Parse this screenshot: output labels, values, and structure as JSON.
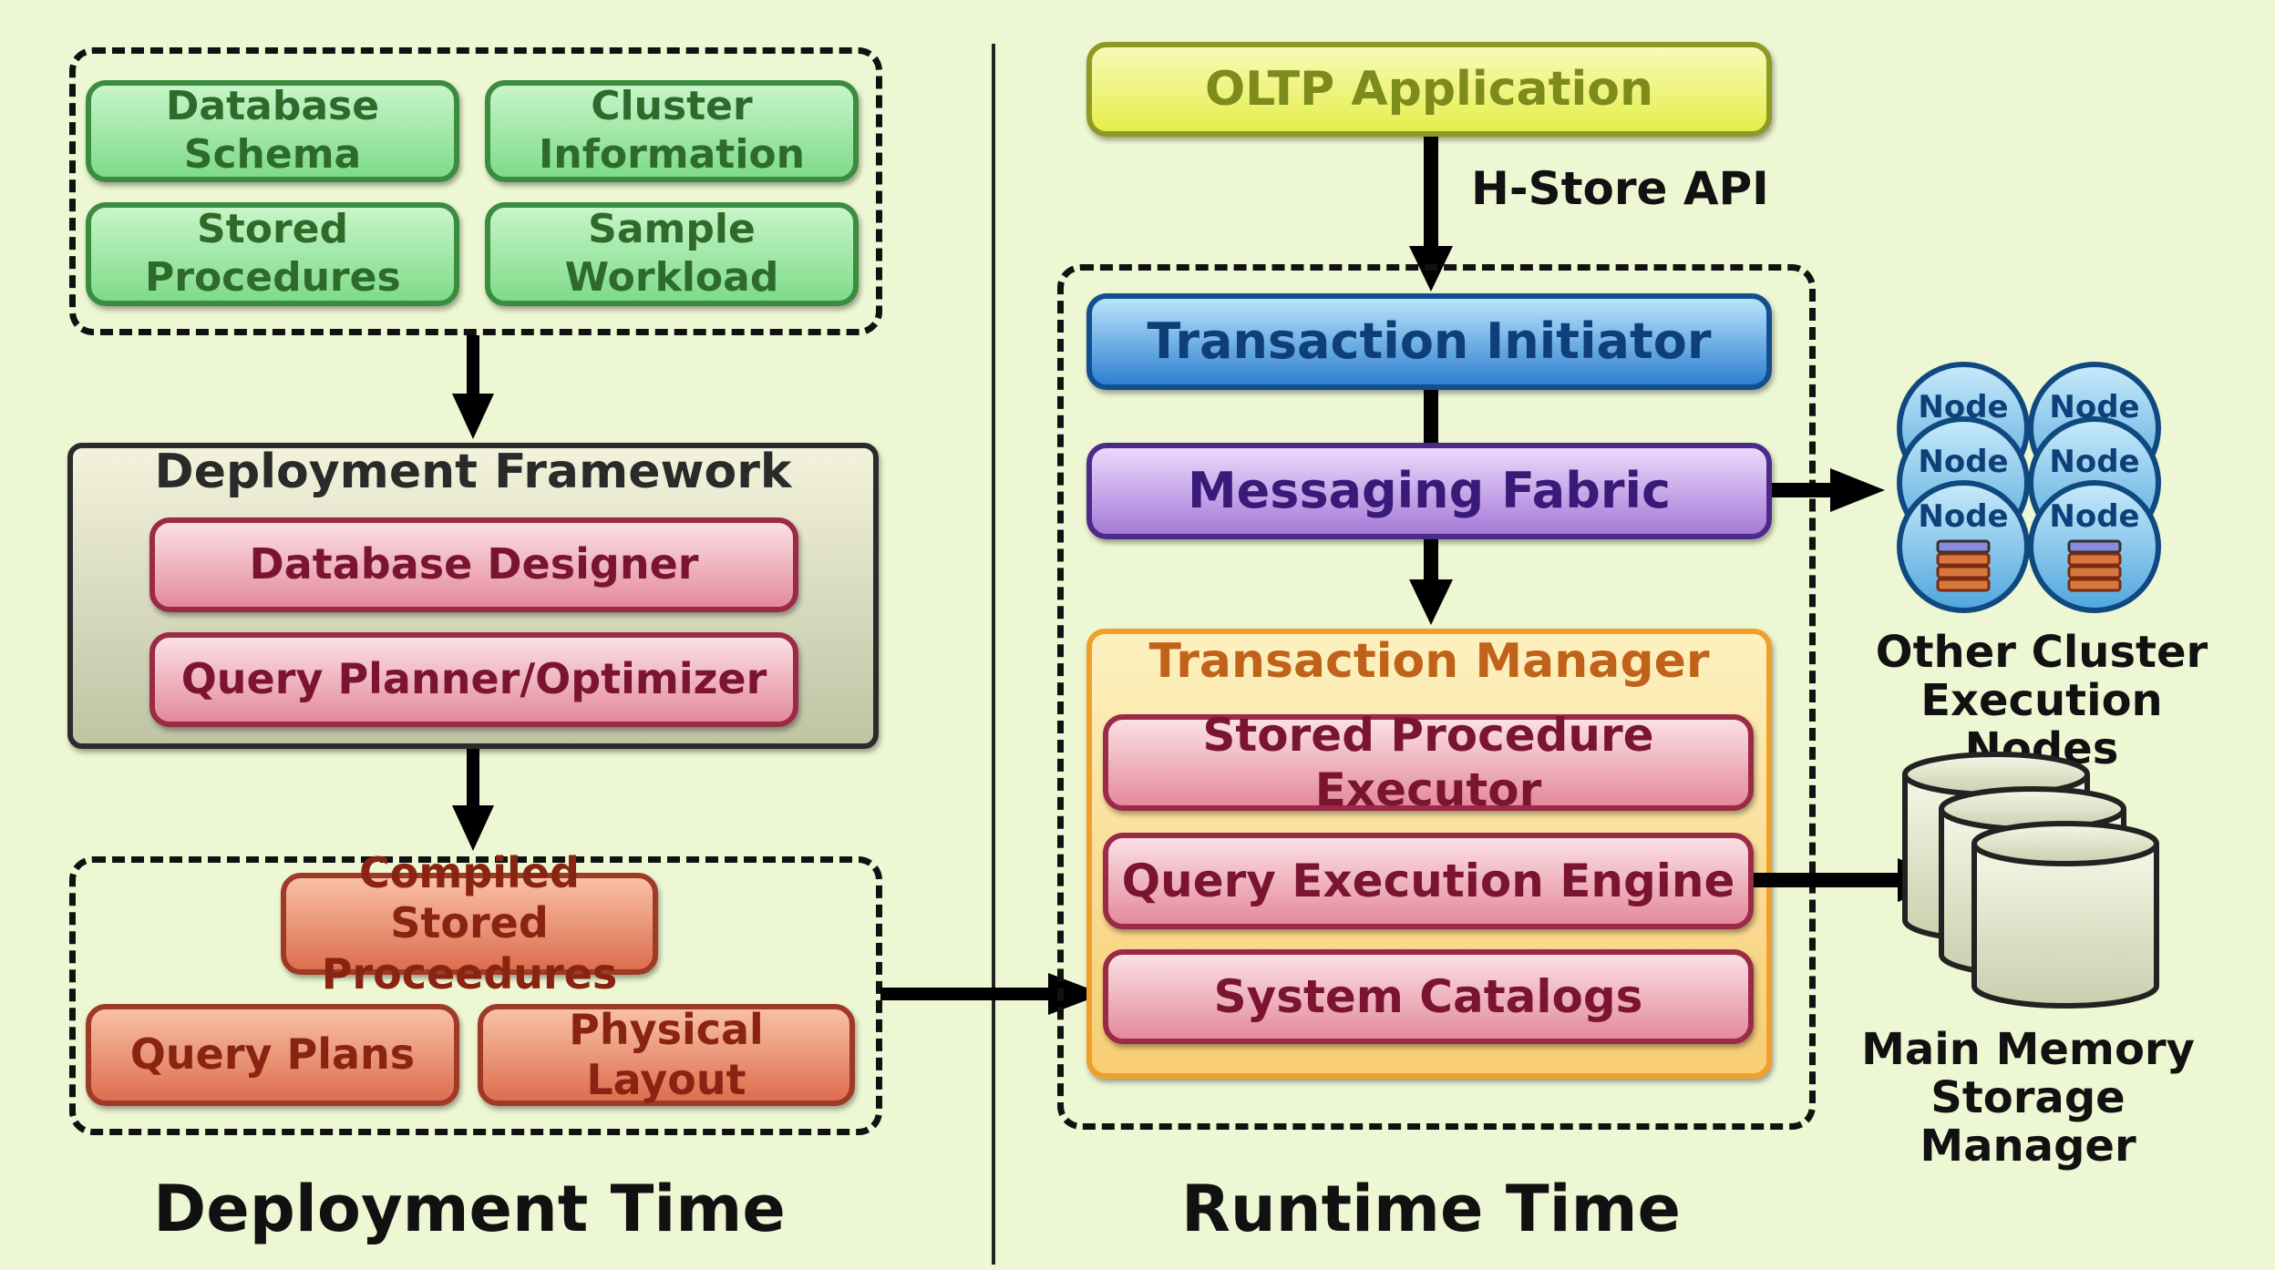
{
  "deployment": {
    "inputs": [
      "Database Schema",
      "Cluster Information",
      "Stored Procedures",
      "Sample Workload"
    ],
    "framework": {
      "title": "Deployment Framework",
      "components": [
        "Database Designer",
        "Query Planner/Optimizer"
      ]
    },
    "outputs": {
      "compiled": "Compiled Stored Proceedures",
      "query_plans": "Query Plans",
      "physical_layout": "Physical Layout"
    },
    "caption": "Deployment Time"
  },
  "runtime": {
    "application": "OLTP Application",
    "api_label": "H-Store API",
    "initiator": "Transaction Initiator",
    "messaging": "Messaging Fabric",
    "manager": {
      "title": "Transaction Manager",
      "components": [
        "Stored Procedure Executor",
        "Query Execution Engine",
        "System Catalogs"
      ]
    },
    "nodes": {
      "node_label": "Node",
      "caption_line1": "Other Cluster",
      "caption_line2": "Execution Nodes"
    },
    "storage": {
      "caption_line1": "Main Memory",
      "caption_line2": "Storage Manager"
    },
    "caption": "Runtime Time"
  },
  "colors": {
    "background": "#eef7d3",
    "input_green": "#7edb8a",
    "component_pink": "#e48a9c",
    "output_orange": "#dd6e4e",
    "application_yellow": "#eef25a",
    "initiator_blue": "#2f7fd1",
    "messaging_purple": "#a57bd8",
    "manager_orange": "#f4a83a"
  }
}
